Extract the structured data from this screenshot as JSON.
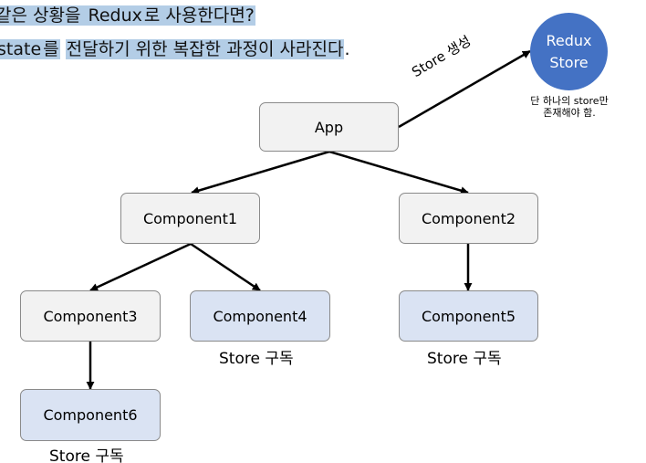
{
  "headline": {
    "line1_seg1": "같은 상황을 ",
    "line1_seg2": "Redux",
    "line1_seg3": "로 사용한다면?",
    "line2_seg1": "state",
    "line2_seg2": "를",
    "line2_seg3": "전달하기 위한 복잡한 과정이 사라진다",
    "line2_seg4": "."
  },
  "store": {
    "line1": "Redux",
    "line2": "Store",
    "note_line1": "단 하나의 store만",
    "note_line2": "존재해야 함."
  },
  "edge_label": "Store 생성",
  "nodes": {
    "app": "App",
    "c1": "Component1",
    "c2": "Component2",
    "c3": "Component3",
    "c4": "Component4",
    "c5": "Component5",
    "c6": "Component6"
  },
  "subscribe_label": "Store 구독",
  "colors": {
    "highlight": "#b3cde6",
    "store_circle": "#4472c4",
    "node_plain": "#f2f2f2",
    "node_subscribed": "#dae3f3",
    "arrow": "#000000"
  }
}
